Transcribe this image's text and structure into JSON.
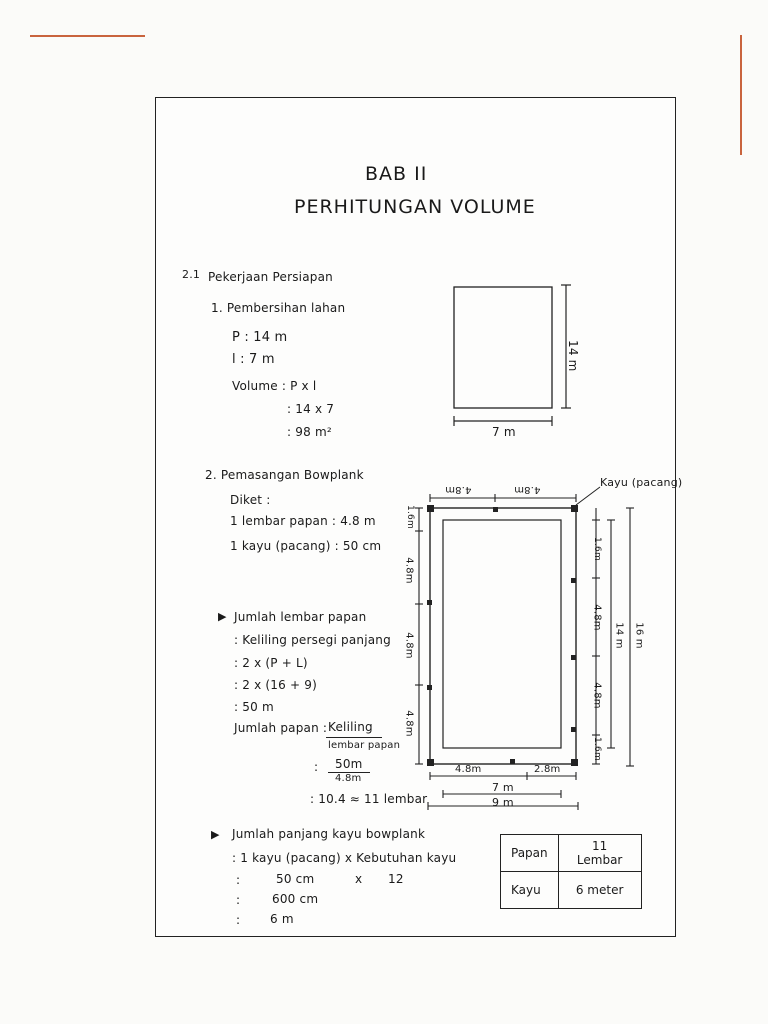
{
  "header": {
    "title": "BAB II",
    "subtitle": "PERHITUNGAN VOLUME"
  },
  "section": {
    "number": "2.1",
    "title": "Pekerjaan Persiapan"
  },
  "item1": {
    "heading": "1. Pembersihan lahan",
    "p": "P : 14 m",
    "l": "l : 7 m",
    "volume_label": "Volume : P x l",
    "volume_step": ": 14 x 7",
    "volume_result": ": 98 m²",
    "fig_width": "7 m",
    "fig_height": "14 m"
  },
  "item2": {
    "heading": "2. Pemasangan Bowplank",
    "diket": "Diket :",
    "given1": "1 lembar papan : 4.8 m",
    "given2": "1 kayu (pacang) : 50 cm",
    "sub1": {
      "heading": "Jumlah lembar papan",
      "line1": ": Keliling persegi panjang",
      "line2": ": 2 x (P + L)",
      "line3": ": 2 x (16 + 9)",
      "line4": ": 50 m",
      "jumlah_label": "Jumlah papan :",
      "frac1_num": "Keliling",
      "frac1_den": "lembar papan",
      "frac2_num": "50m",
      "frac2_den": "4.8m",
      "result": ": 10.4 ≈ 11 lembar"
    },
    "sub2": {
      "heading": "Jumlah panjang kayu bowplank",
      "line1": ": 1 kayu (pacang) x Kebutuhan kayu",
      "line2a": "50 cm",
      "line2b": "x",
      "line2c": "12",
      "line3": "600 cm",
      "line4": "6 m",
      "colon": ":"
    },
    "fig": {
      "pacang_label": "Kayu (pacang)",
      "top_left": "4.8m",
      "top_right": "4.8m",
      "left_top": "1.6m",
      "left_segments": [
        "4.8m",
        "4.8m",
        "4.8m"
      ],
      "right_segments": [
        "1.6m",
        "4.8m",
        "4.8m",
        "1.6m"
      ],
      "inner_height": "14 m",
      "outer_height": "16 m",
      "bottom_left": "4.8m",
      "bottom_right": "2.8m",
      "inner_width": "7 m",
      "outer_width": "9 m"
    }
  },
  "table": {
    "rows": [
      {
        "name": "Papan",
        "value": "11 Lembar"
      },
      {
        "name": "Kayu",
        "value": "6 meter"
      }
    ]
  }
}
